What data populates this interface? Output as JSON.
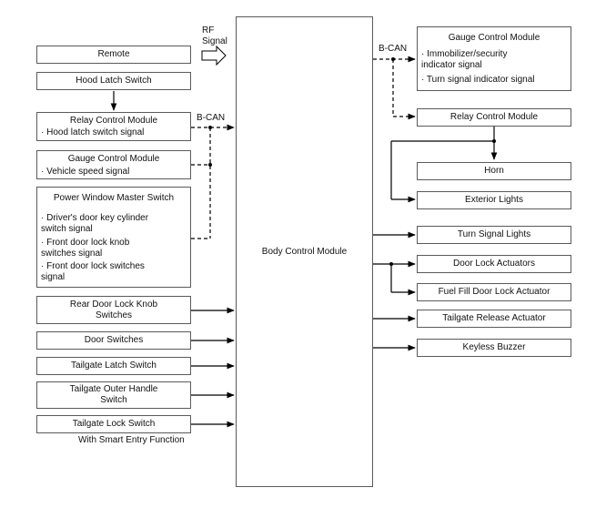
{
  "center": {
    "label": "Body Control Module"
  },
  "rf_label": "RF\nSignal",
  "bcan_left": "B-CAN",
  "bcan_right": "B-CAN",
  "footer_note": "With Smart Entry Function",
  "inputs": {
    "remote": "Remote",
    "hood_latch_switch": "Hood Latch Switch",
    "relay_module": {
      "title": "Relay Control Module",
      "signal": "· Hood latch switch signal"
    },
    "gauge_module": {
      "title": "Gauge Control Module",
      "signal": "· Vehicle speed signal"
    },
    "power_window": {
      "title": "Power Window Master Switch",
      "signals": [
        "· Driver's door key cylinder\nswitch signal",
        "· Front door lock knob\nswitches signal",
        "· Front door lock switches\nsignal"
      ]
    },
    "rear_door_knob": "Rear Door Lock Knob\nSwitches",
    "door_switches": "Door Switches",
    "tailgate_latch": "Tailgate Latch Switch",
    "tailgate_outer": "Tailgate Outer Handle\nSwitch",
    "tailgate_lock": "Tailgate Lock Switch"
  },
  "outputs": {
    "gauge_module": {
      "title": "Gauge Control Module",
      "signals": [
        "· Immobilizer/security\nindicator signal",
        "· Turn signal indicator signal"
      ]
    },
    "relay_module": "Relay Control Module",
    "horn": "Horn",
    "exterior_lights": "Exterior Lights",
    "turn_signal_lights": "Turn Signal Lights",
    "door_lock_actuators": "Door Lock Actuators",
    "fuel_fill_actuator": "Fuel Fill Door Lock Actuator",
    "tailgate_release": "Tailgate Release Actuator",
    "keyless_buzzer": "Keyless Buzzer"
  }
}
